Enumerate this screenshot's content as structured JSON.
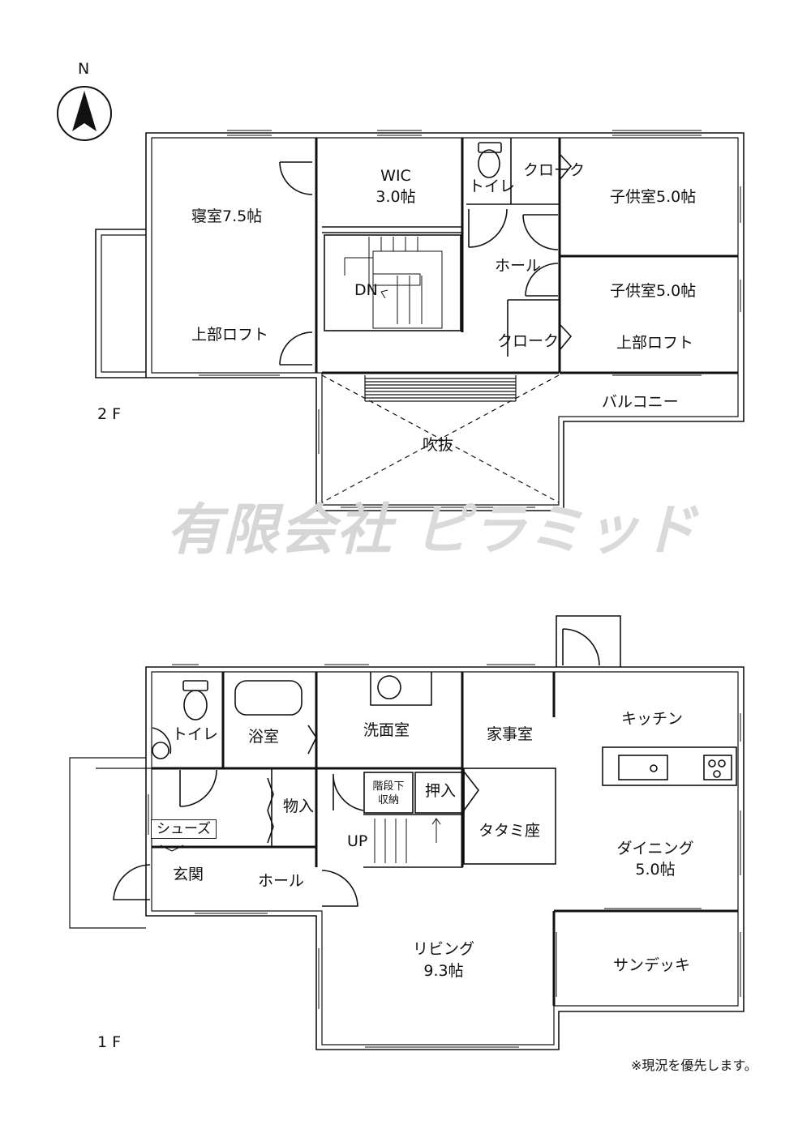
{
  "compass": {
    "letter": "N"
  },
  "watermark": {
    "company_type": "有限会社",
    "company_name": "ピラミッド"
  },
  "floor2": {
    "floor_label": "2 F",
    "rooms": {
      "bedroom": "寝室7.5帖",
      "bedroom_loft": "上部ロフト",
      "wic_name": "WIC",
      "wic_size": "3.0帖",
      "toilet": "トイレ",
      "closet_top": "クローク",
      "child1": "子供室5.0帖",
      "child2": "子供室5.0帖",
      "child_loft": "上部ロフト",
      "hall": "ホール",
      "closet_mid": "クローク",
      "stairs_dn": "DN",
      "balcony": "バルコニー",
      "void": "吹抜"
    }
  },
  "floor1": {
    "floor_label": "1 F",
    "rooms": {
      "toilet": "トイレ",
      "bath": "浴室",
      "washroom": "洗面室",
      "utility": "家事室",
      "kitchen": "キッチン",
      "storage": "物入",
      "shoes": "シューズ",
      "entrance": "玄関",
      "hall": "ホール",
      "under_stair_1": "階段下",
      "under_stair_2": "収納",
      "closet": "押入",
      "stairs_up": "UP",
      "tatami": "タタミ座",
      "dining_name": "ダイニング",
      "dining_size": "5.0帖",
      "living_name": "リビング",
      "living_size": "9.3帖",
      "sundeck": "サンデッキ"
    }
  },
  "note": "※現況を優先します。"
}
